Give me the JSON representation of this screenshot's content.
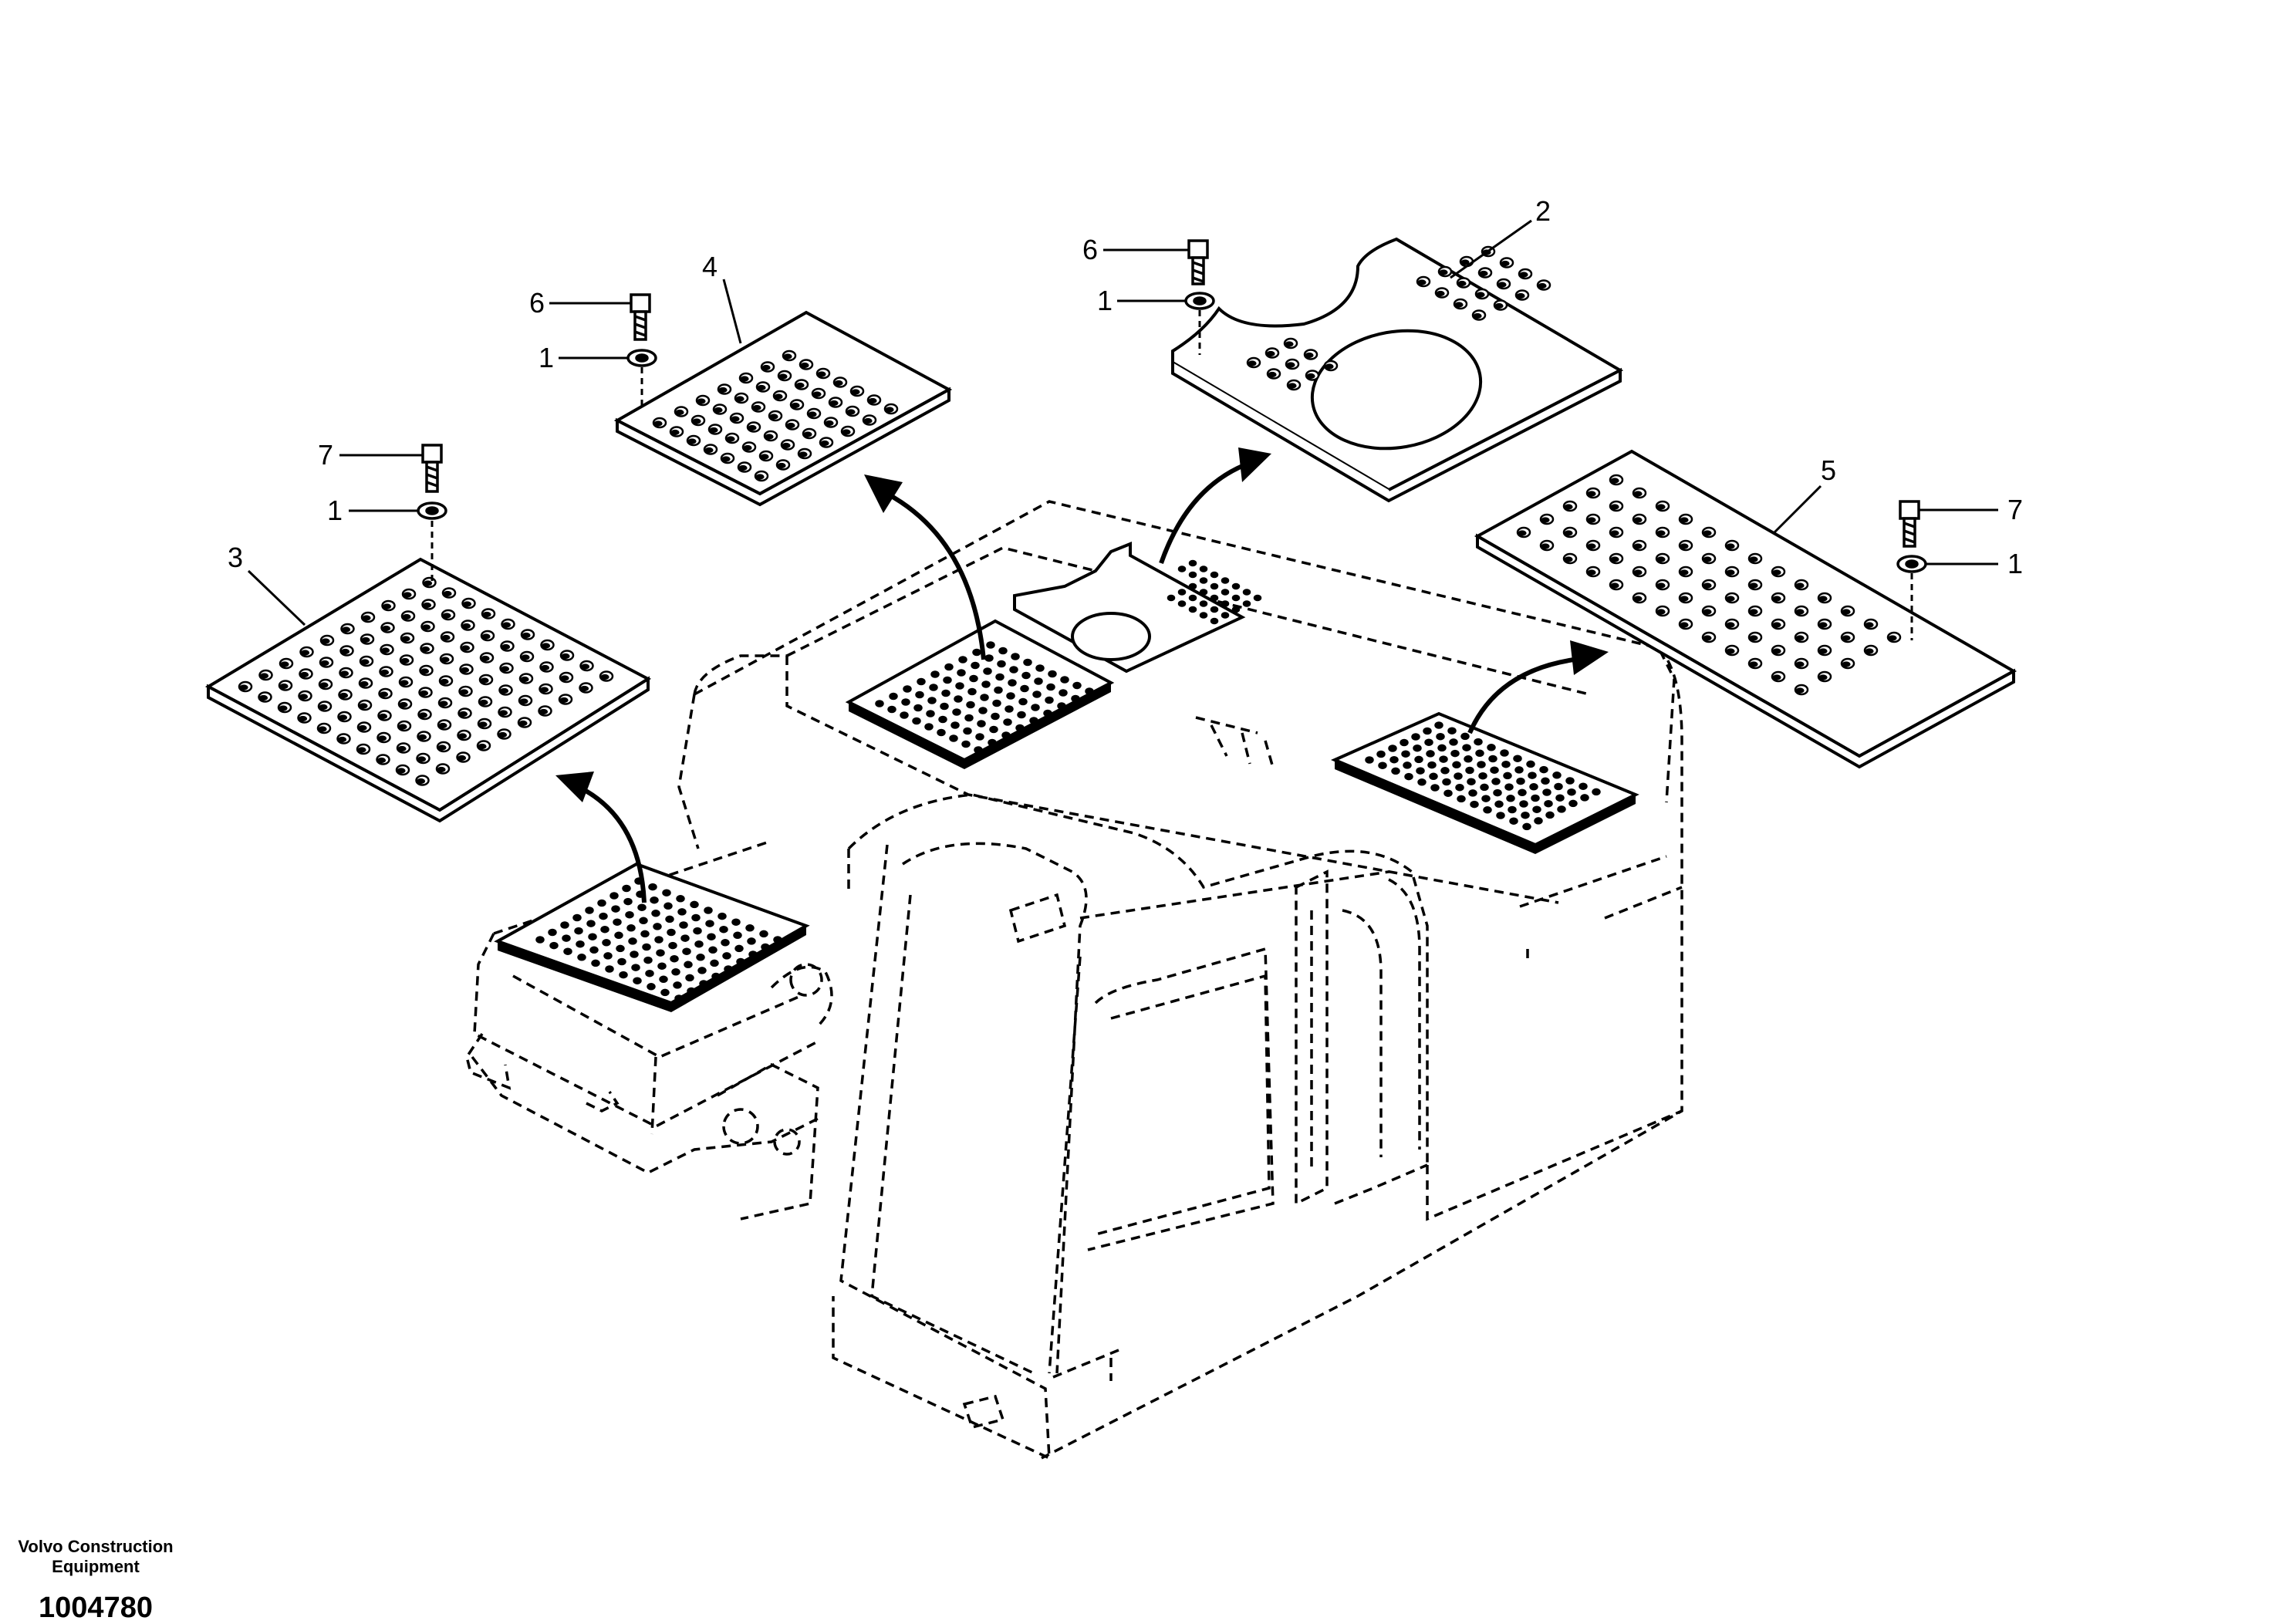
{
  "diagram": {
    "callouts": {
      "plate_2": "2",
      "plate_3": "3",
      "plate_4": "4",
      "plate_5": "5",
      "bolt_6_left": "6",
      "washer_1_left": "1",
      "bolt_6_right": "6",
      "washer_1_right": "1",
      "bolt_7_left": "7",
      "washer_1_far_left": "1",
      "bolt_7_right": "7",
      "washer_1_far_right": "1"
    }
  },
  "footer": {
    "brand_line1": "Volvo Construction",
    "brand_line2": "Equipment",
    "doc_number": "1004780"
  }
}
